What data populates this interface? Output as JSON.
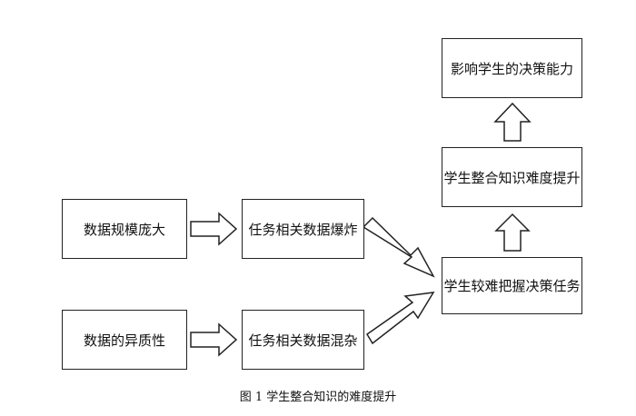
{
  "boxes": {
    "data_scale": "数据规模庞大",
    "data_heterogeneity": "数据的异质性",
    "task_data_explosion": "任务相关数据爆炸",
    "task_data_mixed": "任务相关数据混杂",
    "hard_to_grasp": "学生较难把握决策任务",
    "integration_difficulty": "学生整合知识难度提升",
    "decision_ability": "影响学生的决策能力"
  },
  "caption": "图 1  学生整合知识的难度提升"
}
